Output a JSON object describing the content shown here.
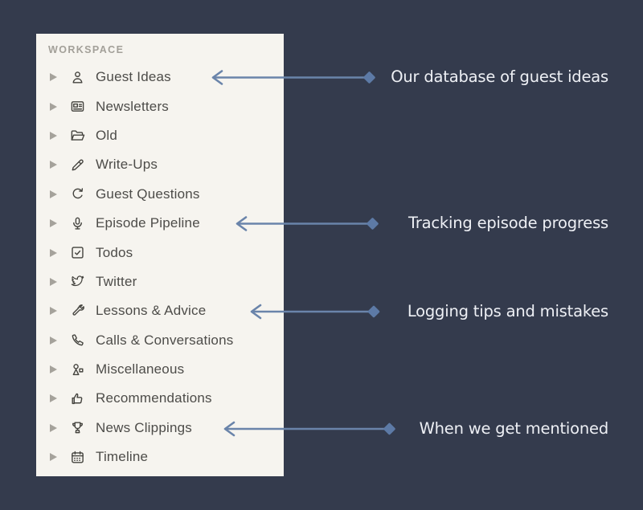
{
  "panel": {
    "title": "WORKSPACE"
  },
  "sidebar": {
    "items": [
      {
        "icon": "person-icon",
        "label": "Guest Ideas"
      },
      {
        "icon": "newspaper-icon",
        "label": "Newsletters"
      },
      {
        "icon": "folder-open-icon",
        "label": "Old"
      },
      {
        "icon": "pencil-icon",
        "label": "Write-Ups"
      },
      {
        "icon": "cycle-icon",
        "label": "Guest Questions"
      },
      {
        "icon": "microphone-icon",
        "label": "Episode Pipeline"
      },
      {
        "icon": "checkbox-icon",
        "label": "Todos"
      },
      {
        "icon": "twitter-icon",
        "label": "Twitter"
      },
      {
        "icon": "wrench-icon",
        "label": "Lessons & Advice"
      },
      {
        "icon": "phone-icon",
        "label": "Calls & Conversations"
      },
      {
        "icon": "person-flag-icon",
        "label": "Miscellaneous"
      },
      {
        "icon": "thumbs-up-icon",
        "label": "Recommendations"
      },
      {
        "icon": "trophy-icon",
        "label": "News Clippings"
      },
      {
        "icon": "calendar-icon",
        "label": "Timeline"
      }
    ]
  },
  "annotations": [
    {
      "text": "Our database of guest ideas",
      "target": "Guest Ideas"
    },
    {
      "text": "Tracking episode progress",
      "target": "Episode Pipeline"
    },
    {
      "text": "Logging tips and mistakes",
      "target": "Lessons & Advice"
    },
    {
      "text": "When we get mentioned",
      "target": "News Clippings"
    }
  ],
  "colors": {
    "background": "#343b4d",
    "panel": "#f6f4ef",
    "arrow": "#6a84aa",
    "diamond": "#5d7aa6",
    "annotation_text": "#eef0f5",
    "label_text": "#4d4c49",
    "muted_text": "#a3a099"
  }
}
